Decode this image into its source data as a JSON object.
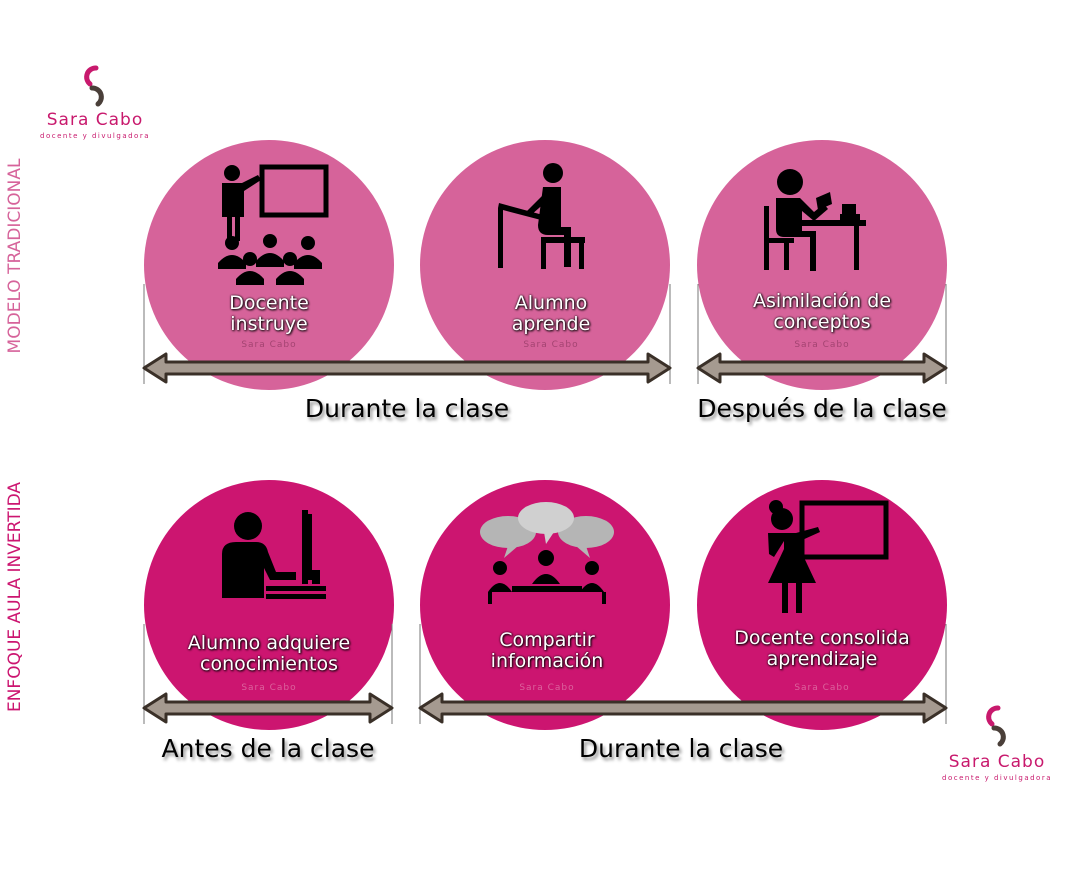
{
  "colors": {
    "traditional_circle": "#d6639a",
    "inverted_circle": "#cc1570",
    "brand": "#c8196d",
    "logo_dark": "#4a3f39",
    "arrow_fill": "#a59a90",
    "arrow_stroke": "#3a3028"
  },
  "logo": {
    "name": "Sara Cabo",
    "tagline": "docente y divulgadora"
  },
  "rows": {
    "traditional": {
      "label": "MODELO TRADICIONAL",
      "items": [
        {
          "text": [
            "Docente",
            "instruye"
          ],
          "icon": "teacher-presenting-icon"
        },
        {
          "text": [
            "Alumno",
            "aprende"
          ],
          "icon": "student-desk-icon"
        },
        {
          "text": [
            "Asimilación de",
            "conceptos"
          ],
          "icon": "student-homework-icon"
        }
      ],
      "phases": [
        "Durante la clase",
        "Después de la clase"
      ]
    },
    "inverted": {
      "label": "ENFOQUE AULA INVERTIDA",
      "items": [
        {
          "text": [
            "Alumno adquiere",
            "conocimientos"
          ],
          "icon": "student-computer-icon"
        },
        {
          "text": [
            "Compartir",
            "información"
          ],
          "icon": "group-discussion-icon"
        },
        {
          "text": [
            "Docente consolida",
            "aprendizaje"
          ],
          "icon": "teacher-board-icon"
        }
      ],
      "phases": [
        "Antes de la clase",
        "Durante la clase"
      ]
    }
  }
}
